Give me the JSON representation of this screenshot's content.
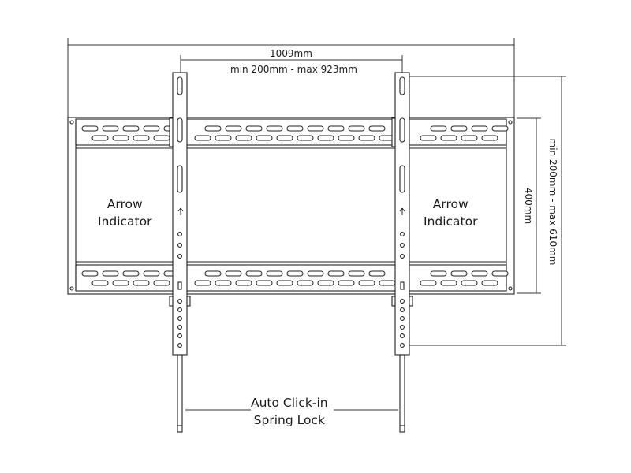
{
  "dimensions": {
    "overall_width": "1009mm",
    "horizontal_range": "min 200mm - max 923mm",
    "frame_height": "400mm",
    "vertical_range": "min 200mm - max 610mm"
  },
  "callouts": {
    "left_arrow": {
      "line1": "Arrow",
      "line2": "Indicator"
    },
    "right_arrow": {
      "line1": "Arrow",
      "line2": "Indicator"
    },
    "lock": {
      "line1": "Auto Click-in",
      "line2": "Spring Lock"
    }
  }
}
